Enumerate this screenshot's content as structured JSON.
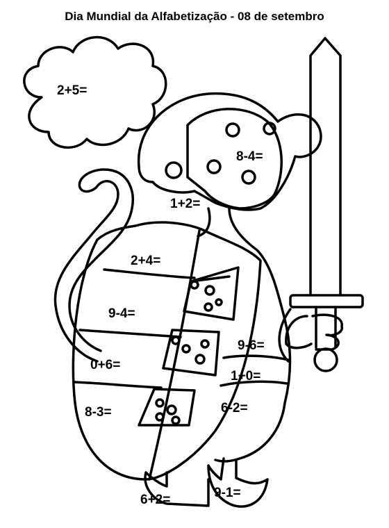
{
  "title": "Dia Mundial da Alfabetização - 08 de setembro",
  "colors": {
    "ink": "#000000",
    "paper": "#ffffff"
  },
  "equations": {
    "cloud": "2+5=",
    "helmet": "8-4=",
    "face": "1+2=",
    "shield_top": "2+4=",
    "shield_mid": "9-4=",
    "shield_low": "0+6=",
    "shield_bottom": "8-3=",
    "body_upper": "9-6=",
    "belt": "1+0=",
    "body_lower": "6-2=",
    "foot_left": "6+2=",
    "foot_right": "9-1="
  },
  "icons": [
    "cloud-icon",
    "sword-icon",
    "mouse-knight-icon",
    "shield-icon",
    "cheese-icon"
  ]
}
